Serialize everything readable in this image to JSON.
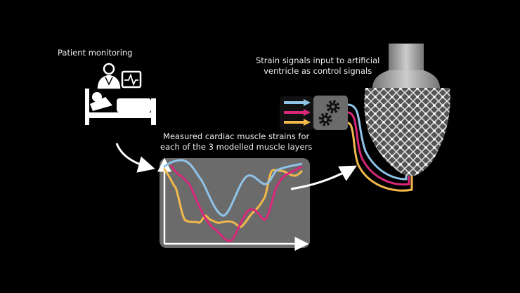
{
  "patient": {
    "label": "Patient monitoring"
  },
  "plot": {
    "title_line1": "Measured cardiac muscle strains for",
    "title_line2": "each of the 3 modelled muscle layers"
  },
  "control": {
    "title_line1": "Strain signals input to artificial",
    "title_line2": "ventricle as control signals"
  },
  "colors": {
    "blue": "#8fc3e8",
    "magenta": "#d8287a",
    "yellow": "#f2b84b",
    "panel": "#6b6b6b",
    "background": "#000000"
  },
  "icons": [
    "doctor-icon",
    "heart-monitor-icon",
    "hospital-bed-icon",
    "gears-icon",
    "artificial-ventricle-image"
  ]
}
